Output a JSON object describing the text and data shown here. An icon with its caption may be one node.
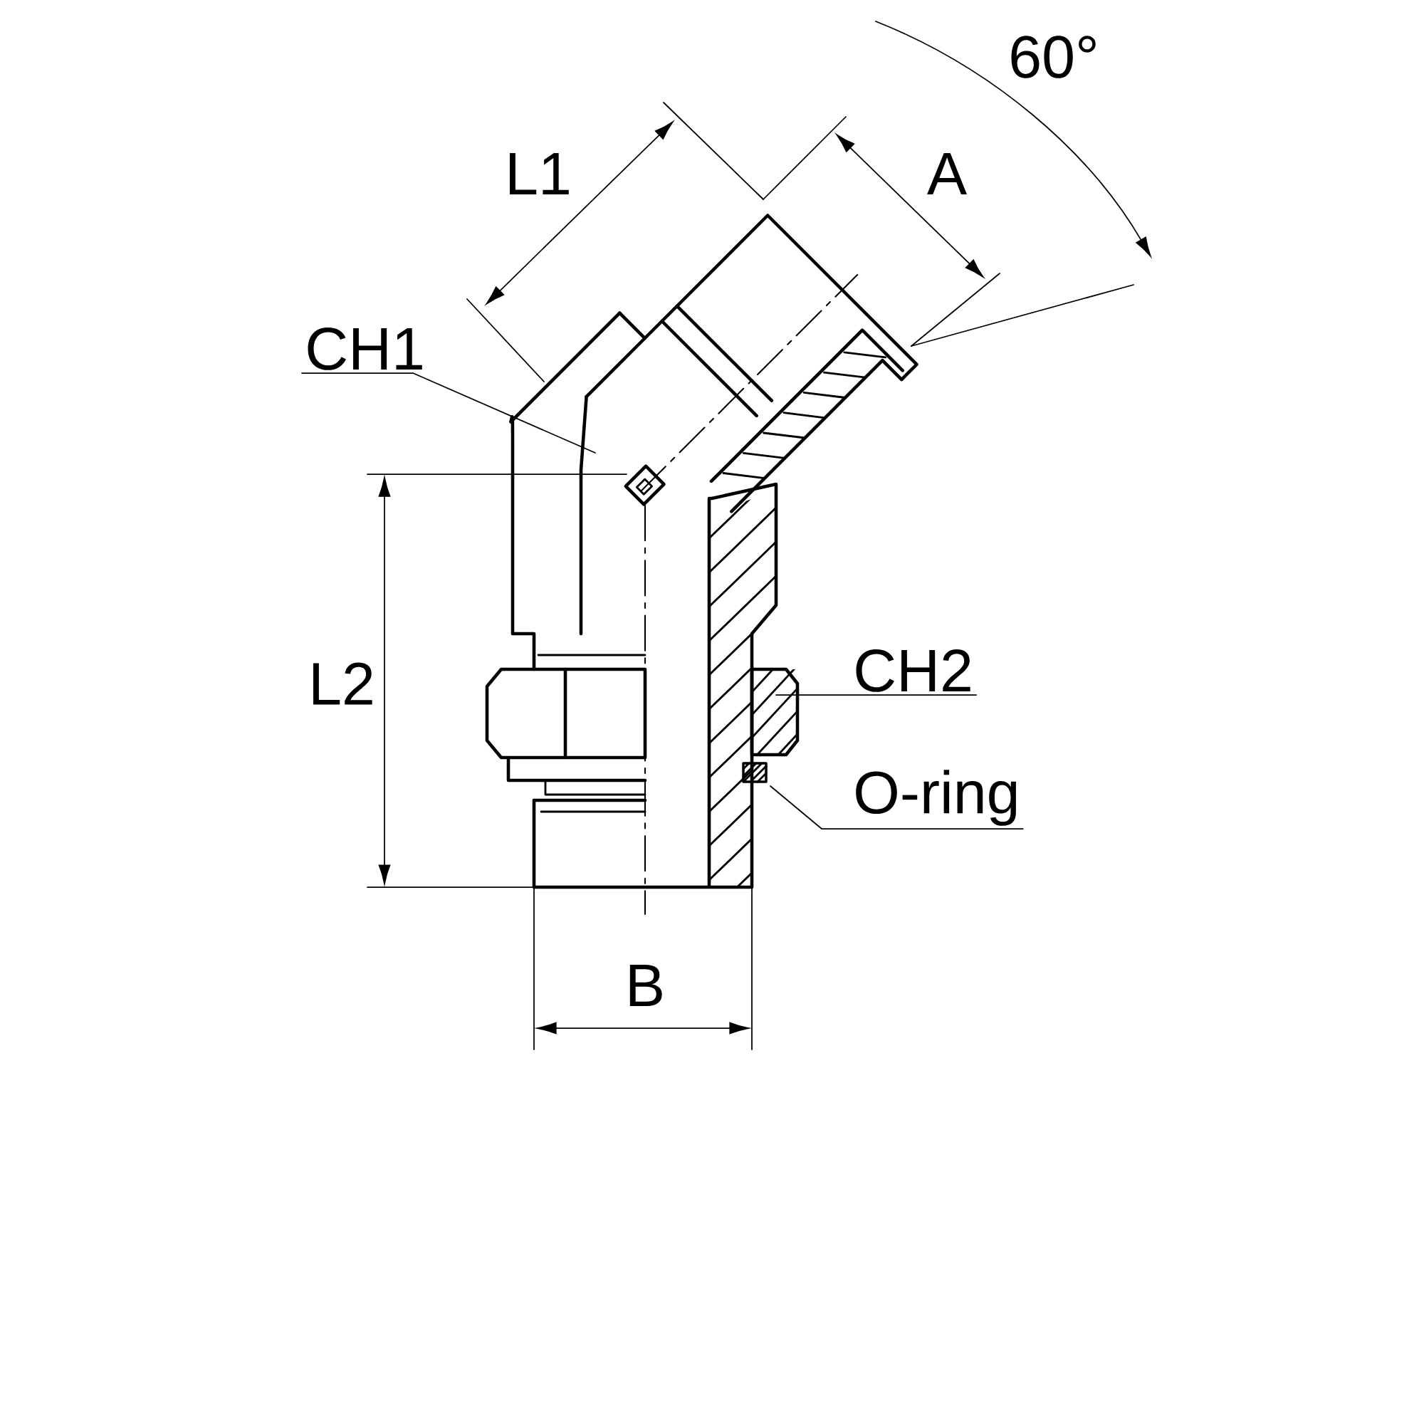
{
  "diagram": {
    "nodes": [
      {
        "text": [
          "CH1"
        ]
      },
      {
        "text": [
          "CH2"
        ]
      },
      {
        "text": [
          "O-ring"
        ]
      }
    ],
    "edges": [
      {
        "from": 0,
        "to": null,
        "arrow": "none"
      },
      {
        "from": 1,
        "to": null,
        "arrow": "none"
      },
      {
        "from": 2,
        "to": null,
        "arrow": "none"
      }
    ],
    "labels": [
      "60°",
      "L1",
      "A",
      "L2",
      "B"
    ]
  }
}
